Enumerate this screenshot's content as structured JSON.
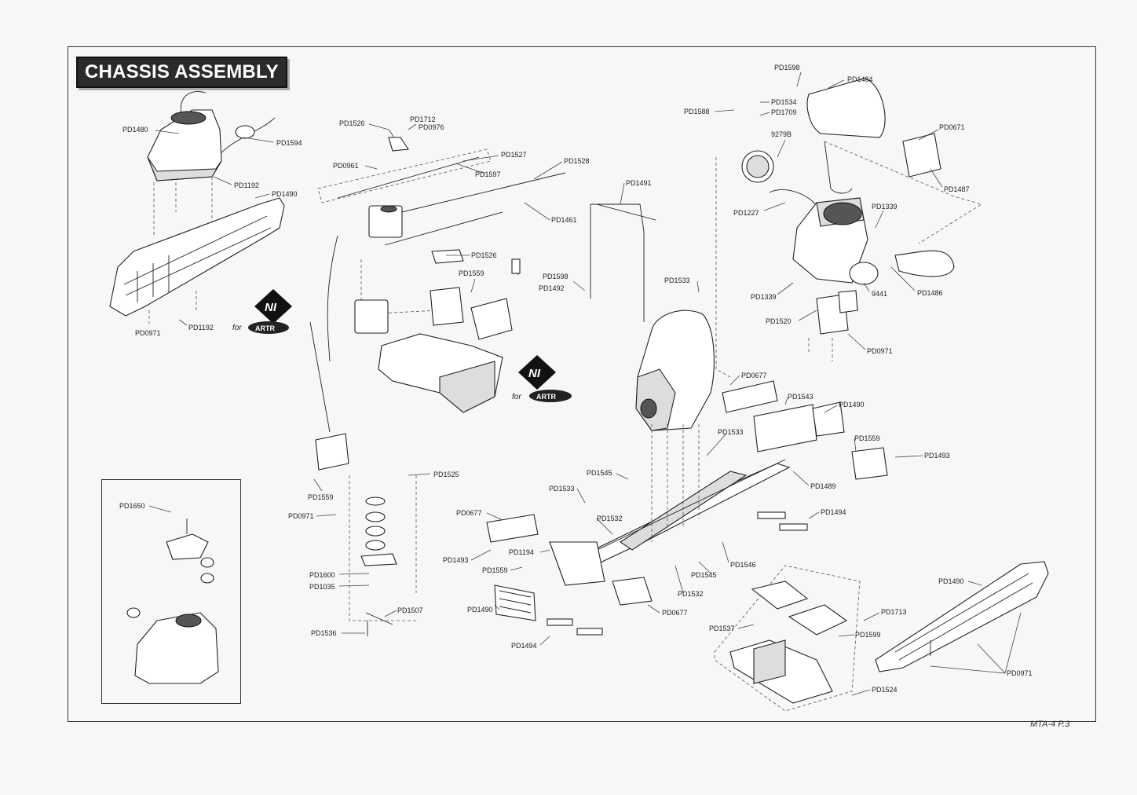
{
  "title": "CHASSIS ASSEMBLY",
  "footer": "MTA-4  P.3",
  "badges": {
    "ni": "NI",
    "for": "for",
    "artr": "ARTR"
  },
  "labels": {
    "pd1480": "PD1480",
    "pd1594": "PD1594",
    "pd1192a": "PD1192",
    "pd1490a": "PD1490",
    "pd0971a": "PD0971",
    "pd1192b": "PD1192",
    "pd1526a": "PD1526",
    "pd1712": "PD1712",
    "pd0976": "PD0976",
    "pd0961": "PD0961",
    "pd1527": "PD1527",
    "pd1597": "PD1597",
    "pd1528": "PD1528",
    "pd1461": "PD1461",
    "pd1526b": "PD1526",
    "pd1559a": "PD1559",
    "pd1491": "PD1491",
    "pd1598a": "PD1598",
    "pd1492": "PD1492",
    "pd1533a": "PD1533",
    "pd1598b": "PD1598",
    "pd1484": "PD1484",
    "pd1588": "PD1588",
    "pd1534": "PD1534",
    "pd1709": "PD1709",
    "l9279b": "9279B",
    "pd0671": "PD0671",
    "pd1487": "PD1487",
    "pd1227": "PD1227",
    "pd1339a": "PD1339",
    "pd1339b": "PD1339",
    "l9441": "9441",
    "pd1486": "PD1486",
    "pd1520": "PD1520",
    "pd0971b": "PD0971",
    "pd0677a": "PD0677",
    "pd1543": "PD1543",
    "pd1490b": "PD1490",
    "pd1533b": "PD1533",
    "pd1559b": "PD1559",
    "pd1493a": "PD1493",
    "pd1489": "PD1489",
    "pd1545a": "PD1545",
    "pd1533c": "PD1533",
    "pd1494a": "PD1494",
    "pd1525": "PD1525",
    "pd1559c": "PD1559",
    "pd0971c": "PD0971",
    "pd0677b": "PD0677",
    "pd1532a": "PD1532",
    "pd1493b": "PD1493",
    "pd1194": "PD1194",
    "pd1559d": "PD1559",
    "pd1546": "PD1546",
    "pd1545b": "PD1545",
    "pd1532b": "PD1532",
    "pd1600": "PD1600",
    "pd1035": "PD1035",
    "pd1507": "PD1507",
    "pd1536": "PD1536",
    "pd1490c": "PD1490",
    "pd1494b": "PD1494",
    "pd0677c": "PD0677",
    "pd1490d": "PD1490",
    "pd1713": "PD1713",
    "pd1537": "PD1537",
    "pd1599": "PD1599",
    "pd0971d": "PD0971",
    "pd1524": "PD1524",
    "pd1650": "PD1650"
  }
}
